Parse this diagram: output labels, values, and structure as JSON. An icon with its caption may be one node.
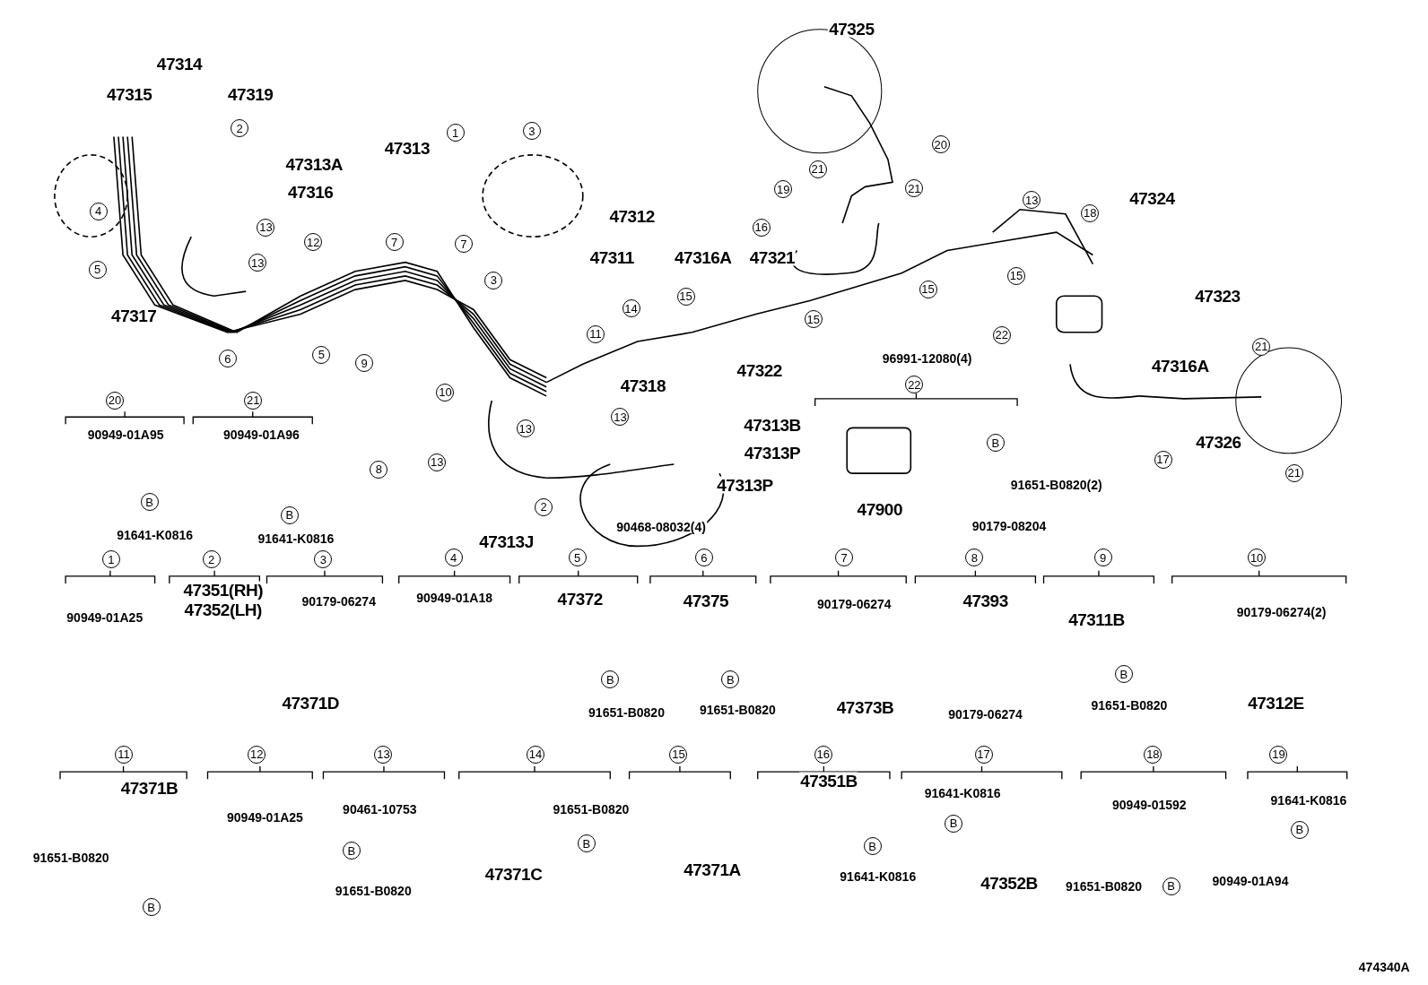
{
  "diagram": {
    "labels": [
      "47325",
      "47314",
      "47315",
      "47319",
      "2",
      "1",
      "3",
      "47313",
      "20",
      "47313A",
      "21",
      "19",
      "21",
      "47316",
      "13",
      "47324",
      "4",
      "18",
      "47312",
      "13",
      "16",
      "12",
      "7",
      "7",
      "47311",
      "47316A",
      "47321",
      "5",
      "13",
      "3",
      "15",
      "14",
      "15",
      "15",
      "47323",
      "47317",
      "15",
      "22",
      "6",
      "5",
      "11",
      "9",
      "47322",
      "96991-12080(4)",
      "47316A",
      "10",
      "47318",
      "22",
      "21",
      "20",
      "21",
      "13",
      "13",
      "47313B",
      "90949-01A95",
      "90949-01A96",
      "47326",
      "B",
      "47313P",
      "8",
      "13",
      "17",
      "47313P",
      "91651-B0820(2)",
      "B",
      "B",
      "21",
      "2",
      "47900",
      "90179-08204",
      "91641-K0816",
      "91641-K0816",
      "90468-08032(4)",
      "47313J",
      "1",
      "2",
      "3",
      "4",
      "5",
      "6",
      "7",
      "8",
      "9",
      "10",
      "90949-01A25",
      "47351(RH)",
      "47352(LH)",
      "90179-06274",
      "90949-01A18",
      "47372",
      "47375",
      "90179-06274",
      "47393",
      "47311B",
      "90179-06274(2)",
      "B",
      "B",
      "B",
      "47371D",
      "47373B",
      "47312E",
      "91651-B0820",
      "91651-B0820",
      "90179-06274",
      "91651-B0820",
      "11",
      "12",
      "13",
      "14",
      "15",
      "16",
      "17",
      "18",
      "19",
      "47371B",
      "47351B",
      "91641-K0816",
      "91641-K0816",
      "90949-01592",
      "90461-10753",
      "91651-B0820",
      "90949-01A25",
      "B",
      "B",
      "B",
      "B",
      "B",
      "91651-B0820",
      "47371C",
      "47371A",
      "91641-K0816",
      "91651-B0820",
      "47352B",
      "91651-B0820",
      "B",
      "90949-01A94",
      "B",
      "474340A"
    ]
  }
}
